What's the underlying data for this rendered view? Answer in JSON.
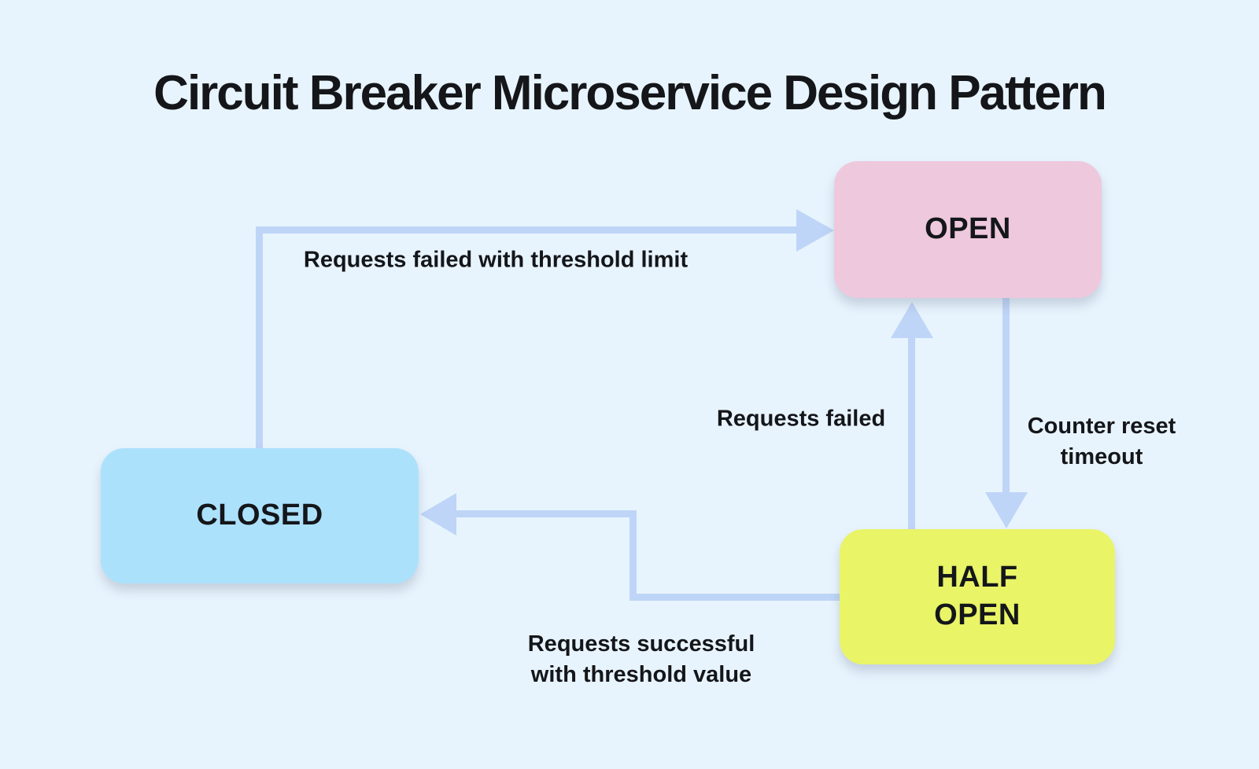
{
  "page": {
    "background": "#e8f4fd",
    "text_color": "#14161a",
    "title": "Circuit Breaker Microservice Design Pattern"
  },
  "diagram": {
    "arrow_color": "#bed5f8",
    "nodes": [
      {
        "id": "open",
        "label": "OPEN",
        "fill": "#eec8dd"
      },
      {
        "id": "closed",
        "label": "CLOSED",
        "fill": "#ace1fc"
      },
      {
        "id": "half-open",
        "label": "HALF\nOPEN",
        "fill": "#e9f467"
      }
    ],
    "edges": [
      {
        "id": "closed-to-open",
        "from": "CLOSED",
        "to": "OPEN",
        "label": "Requests failed with threshold limit"
      },
      {
        "id": "half-open-to-open",
        "from": "HALF OPEN",
        "to": "OPEN",
        "label": "Requests failed"
      },
      {
        "id": "open-to-half-open",
        "from": "OPEN",
        "to": "HALF OPEN",
        "label": "Counter reset\ntimeout"
      },
      {
        "id": "half-open-to-closed",
        "from": "HALF OPEN",
        "to": "CLOSED",
        "label": "Requests successful\nwith threshold value"
      }
    ]
  }
}
